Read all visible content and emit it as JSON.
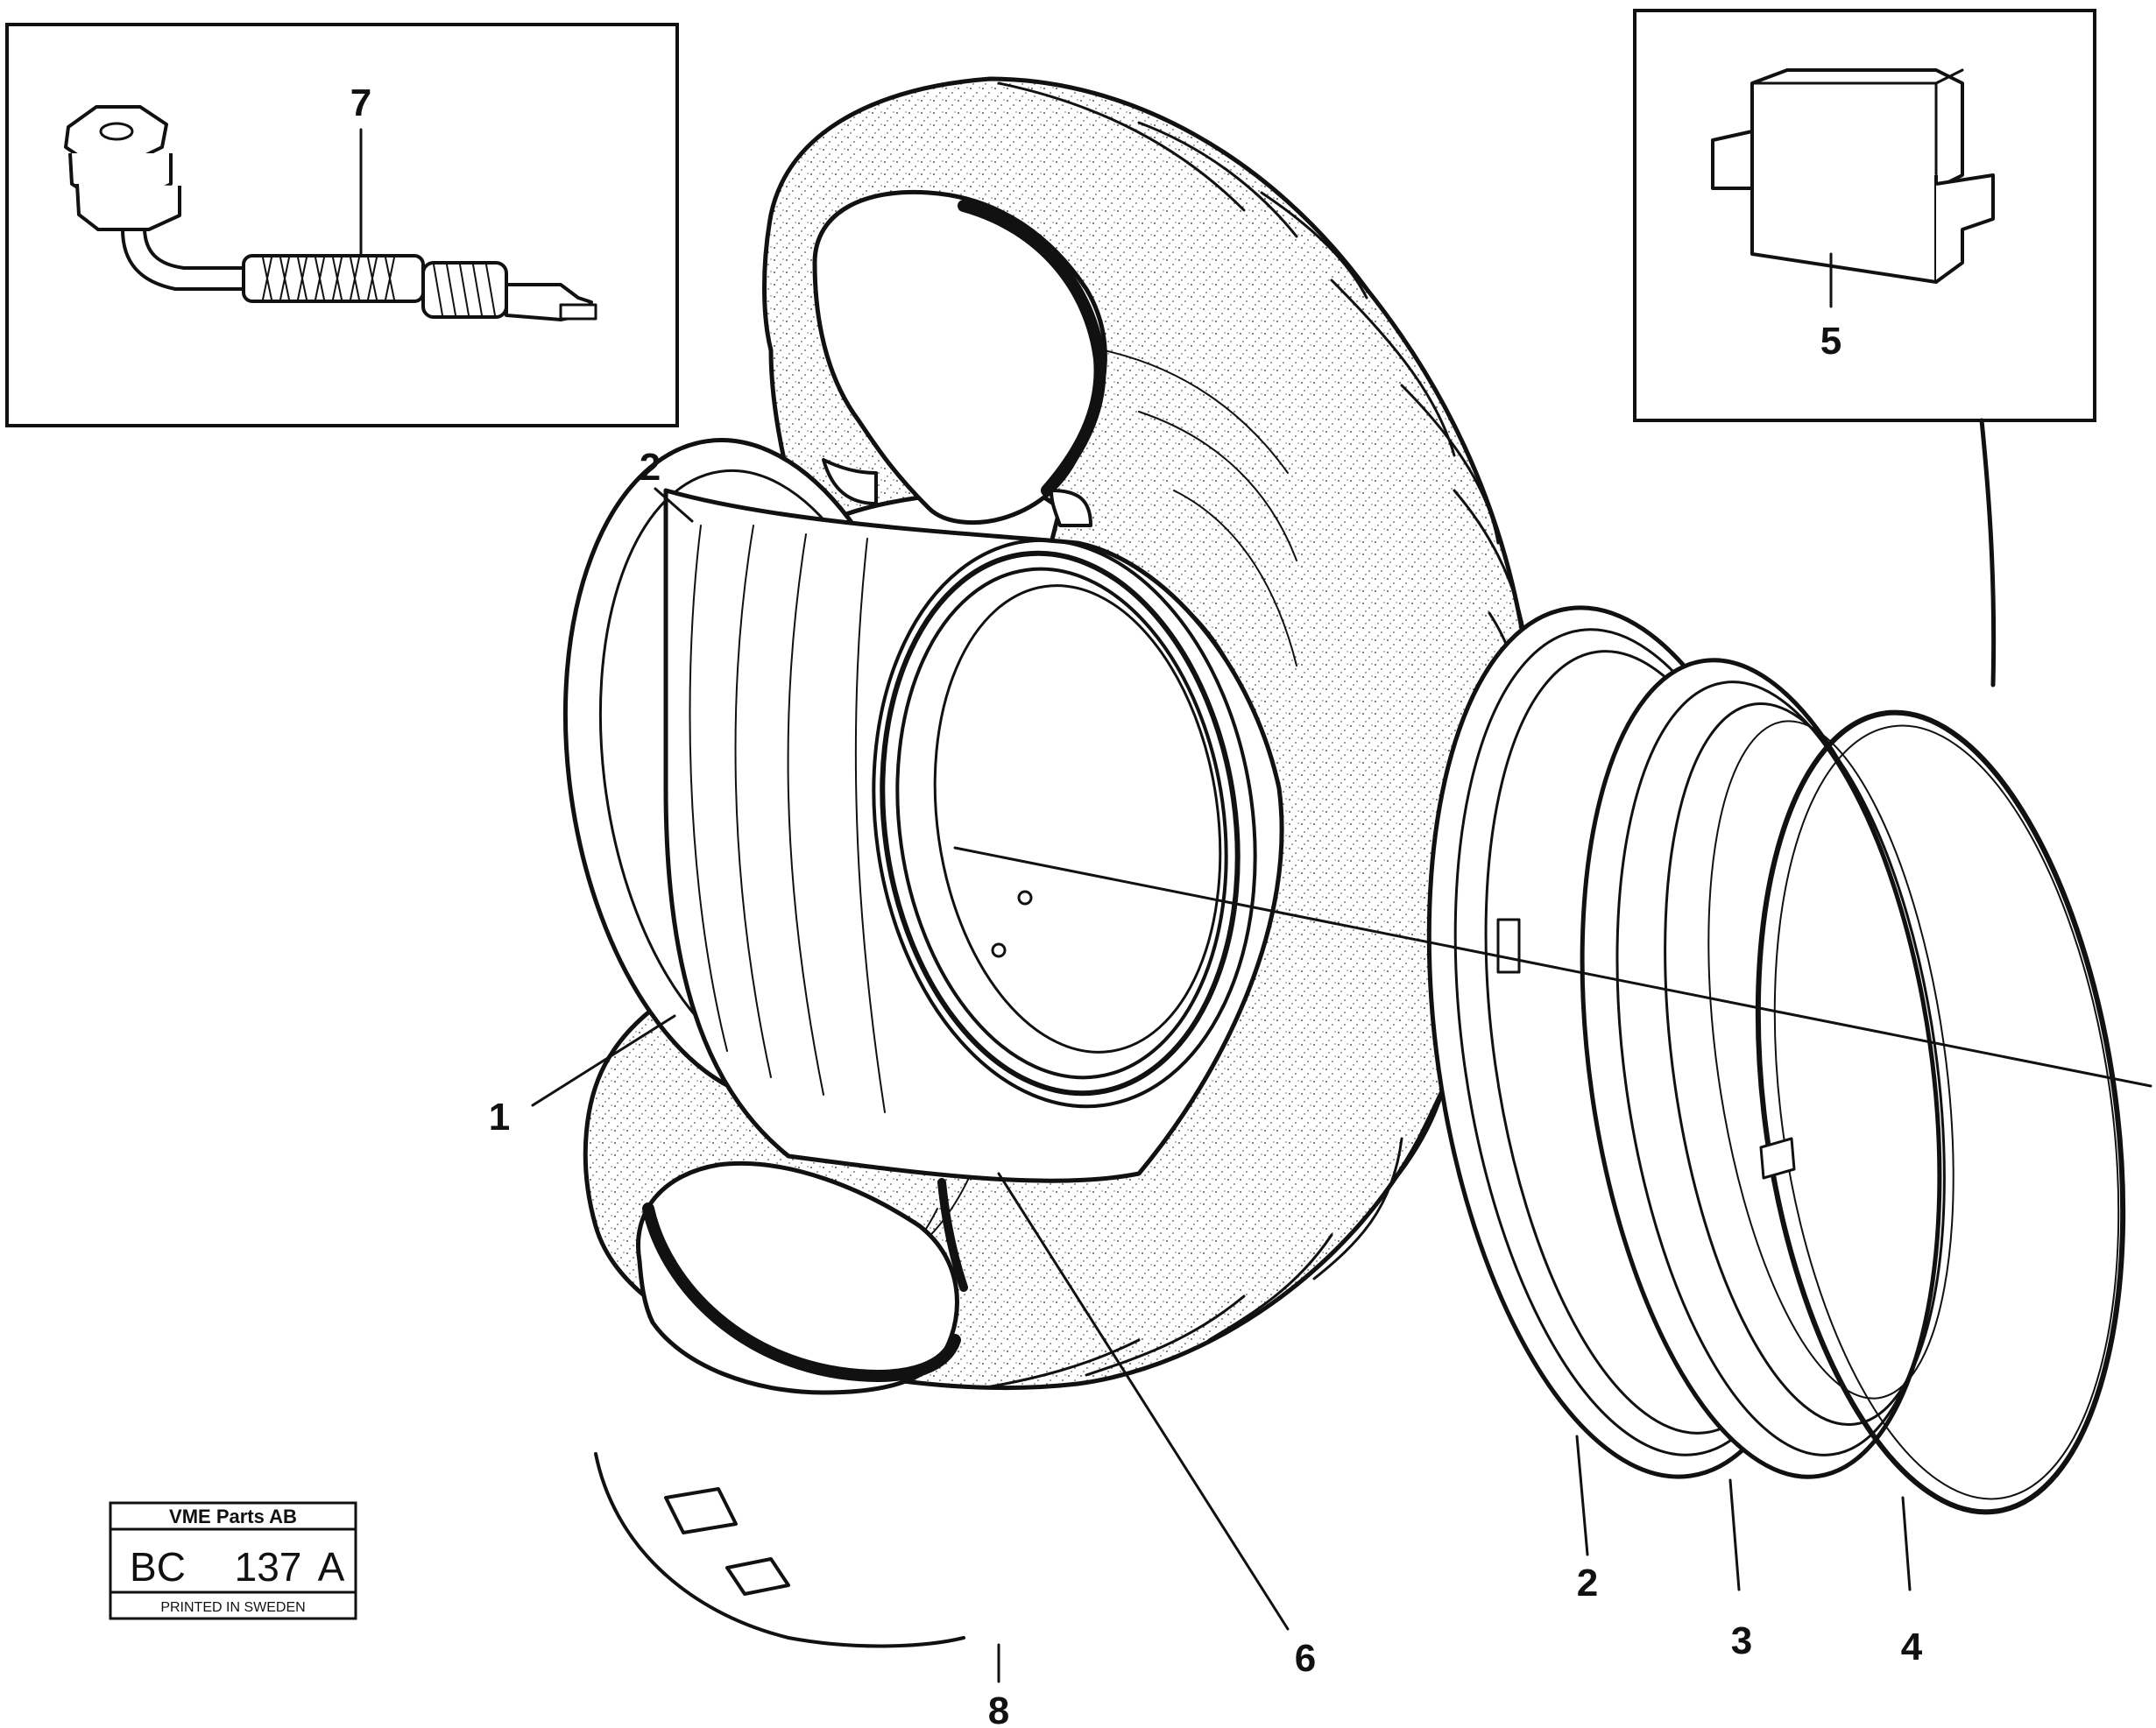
{
  "callouts": {
    "c1": "1",
    "c2_left": "2",
    "c2_right": "2",
    "c3": "3",
    "c4": "4",
    "c5": "5",
    "c6": "6",
    "c7": "7",
    "c8": "8"
  },
  "stamp": {
    "company": "VME Parts AB",
    "code_prefix": "BC",
    "code_number": "137",
    "code_suffix": "A",
    "printed": "PRINTED IN SWEDEN"
  },
  "colors": {
    "ink": "#111111",
    "paper": "#ffffff"
  }
}
